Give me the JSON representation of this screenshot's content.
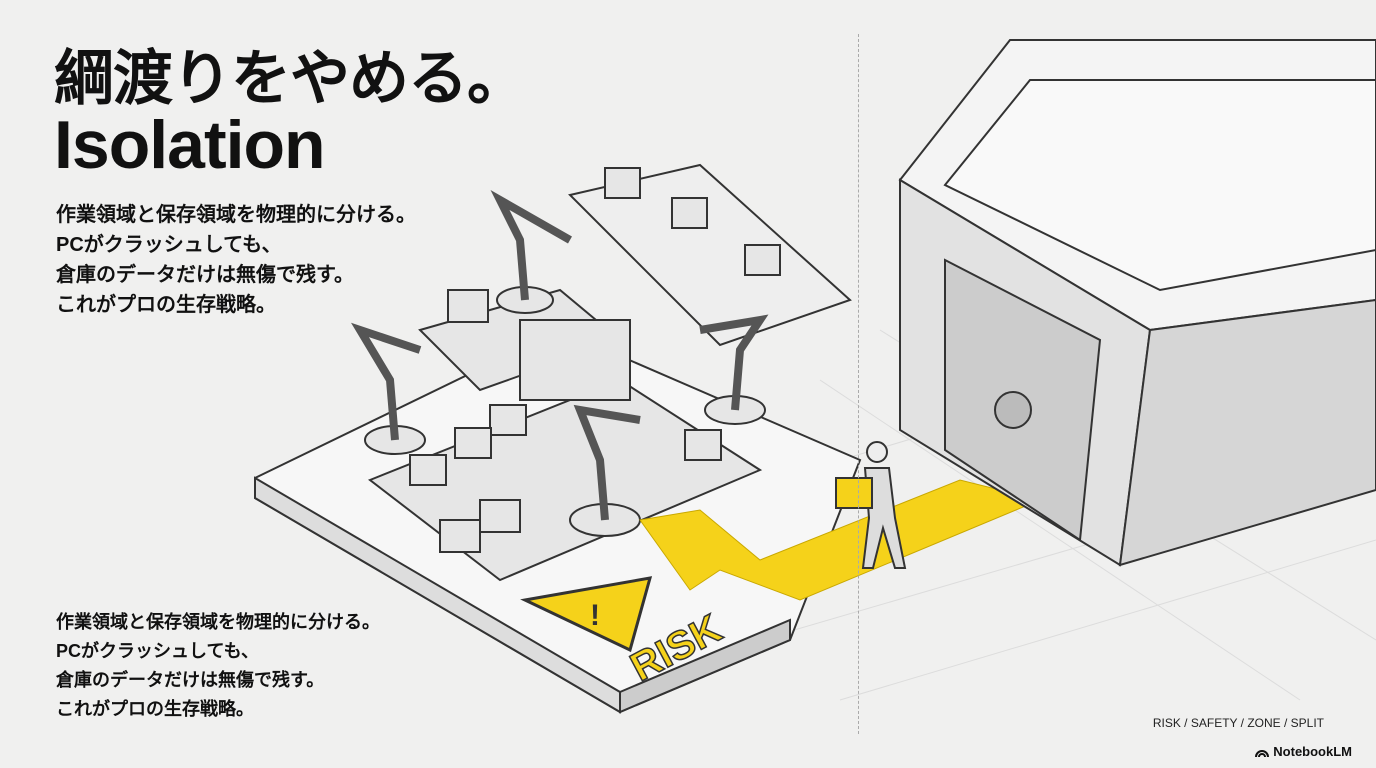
{
  "title": {
    "line1": "綱渡りをやめる。",
    "line2": "Isolation"
  },
  "body_upper": [
    "作業領域と保存領域を物理的に分ける。",
    "PCがクラッシュしても、",
    "倉庫のデータだけは無傷で残す。",
    "これがプロの生存戦略。"
  ],
  "body_lower": [
    "作業領域と保存領域を物理的に分ける。",
    "PCがクラッシュしても、",
    "倉庫のデータだけは無傷で残す。",
    "これがプロの生存戦略。"
  ],
  "illustration": {
    "warning_label": "RISK",
    "accent_color": "#f5d21a"
  },
  "footer": {
    "tags": "RISK / SAFETY / ZONE / SPLIT",
    "brand": "NotebookLM"
  }
}
